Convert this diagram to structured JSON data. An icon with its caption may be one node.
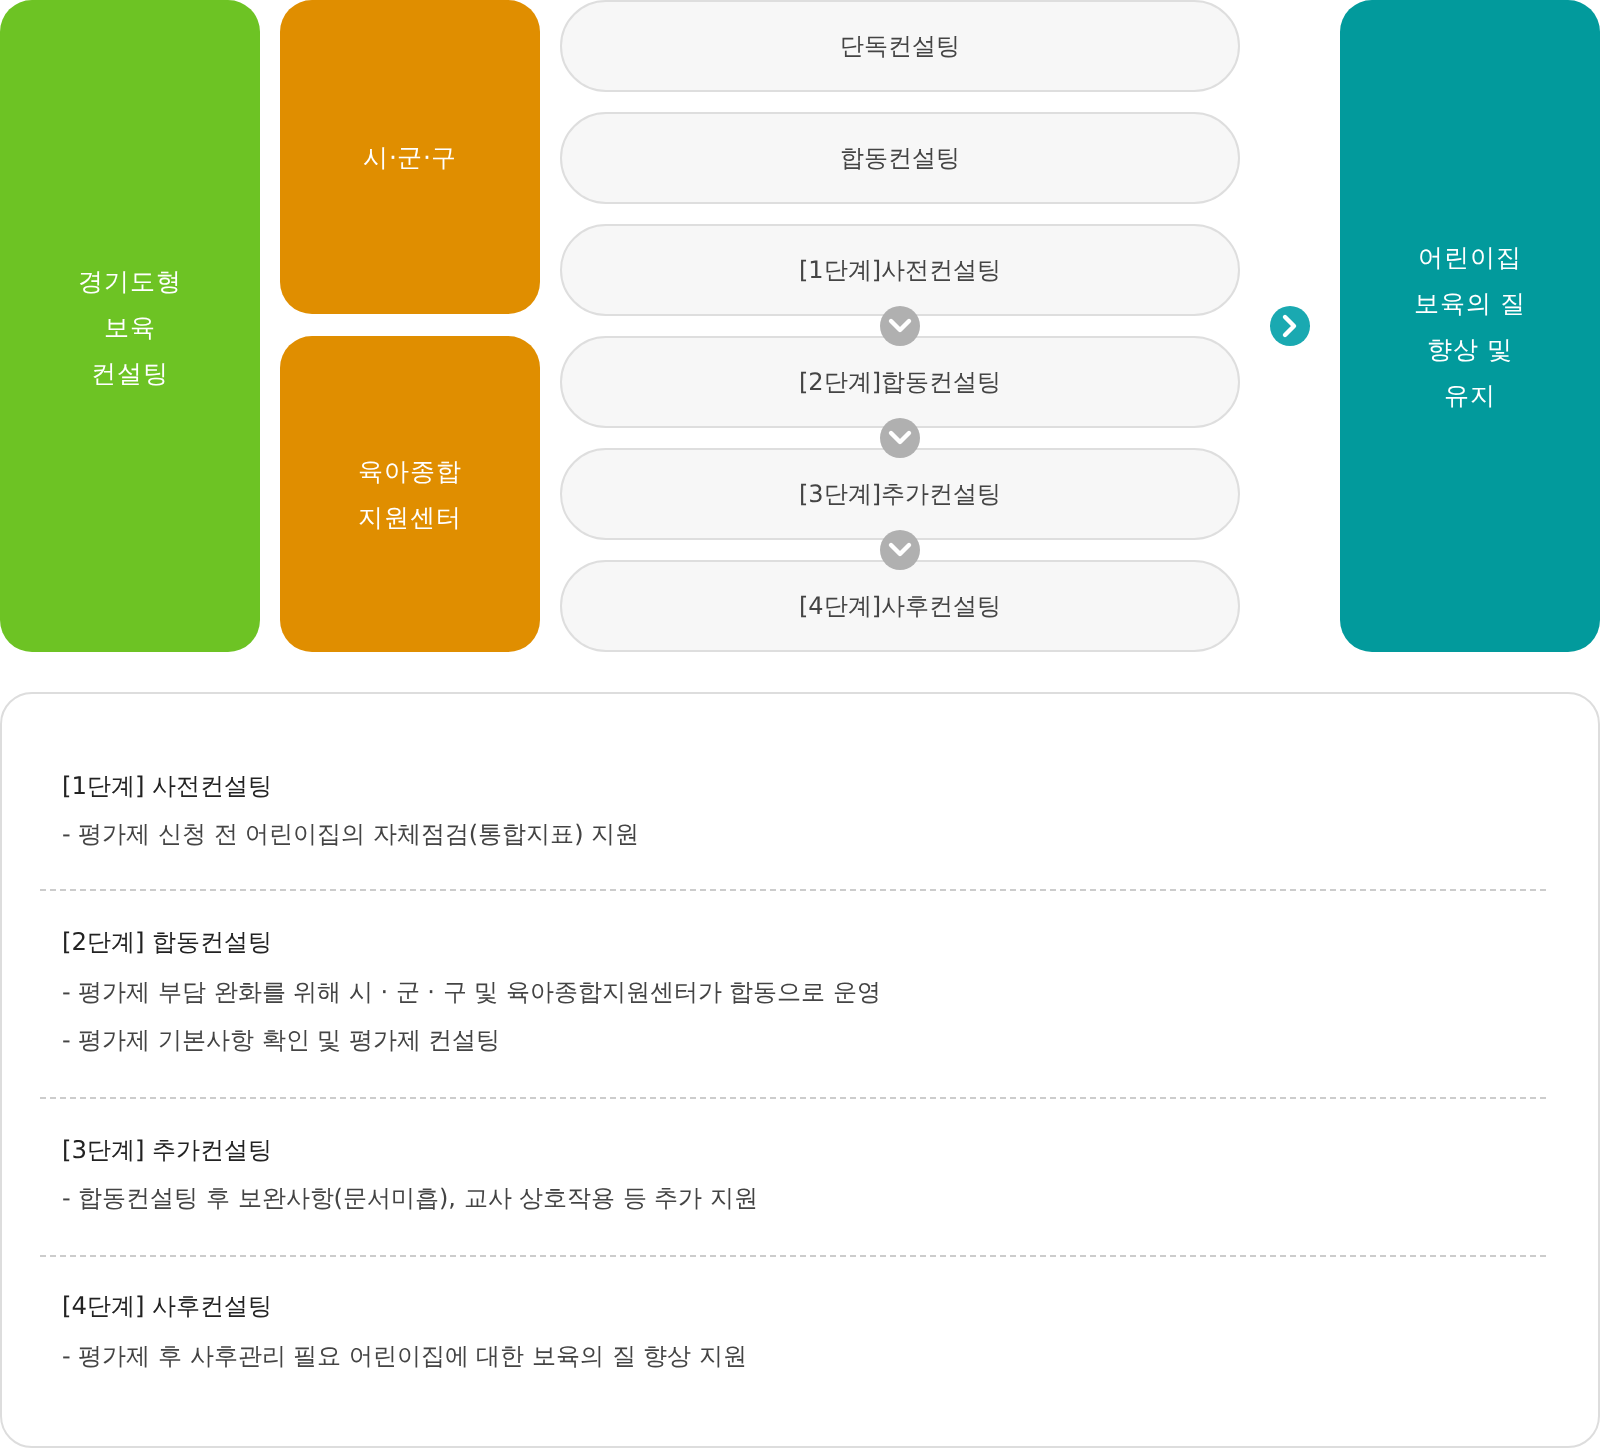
{
  "diagram": {
    "nodes": [
      {
        "text": [
          "경기도형 보육 컨설팅"
        ]
      },
      {
        "text": [
          "시·군·구"
        ]
      },
      {
        "text": [
          "육아종합 지원센터"
        ]
      },
      {
        "text": [
          "단독컨설팅"
        ]
      },
      {
        "text": [
          "합동컨설팅"
        ]
      },
      {
        "text": [
          "[1단계]사전컨설팅"
        ]
      },
      {
        "text": [
          "[2단계]합동컨설팅"
        ]
      },
      {
        "text": [
          "[3단계]추가컨설팅"
        ]
      },
      {
        "text": [
          "[4단계]사후컨설팅"
        ]
      },
      {
        "text": [
          "어린이집 보육의 질 향상 및 유지"
        ]
      },
      {
        "text": [
          "[1단계] 사전컨설팅",
          "- 평가제 신청 전 어린이집의 자체점검(통합지표) 지원",
          "[2단계] 합동컨설팅",
          "- 평가제 부담 완화를 위해 시 · 군 · 구 및 육아종합지원센터가 합동으로 운영",
          "- 평가제 기본사항 확인 및 평가제 컨설팅",
          "[3단계] 추가컨설팅",
          "- 합동컨설팅 후 보완사항(문서미흡), 교사 상호작용 등 추가 지원",
          "[4단계] 사후컨설팅",
          "- 평가제 후 사후관리 필요 어린이집에 대한 보육의 질 향상 지원"
        ]
      }
    ],
    "edges": [
      {
        "from": 5,
        "to": 6,
        "arrow": "to"
      },
      {
        "from": 6,
        "to": 7,
        "arrow": "to"
      },
      {
        "from": 7,
        "to": 8,
        "arrow": "to"
      },
      {
        "from": null,
        "to": 9,
        "arrow": "to",
        "color": "#1aa9b1"
      }
    ]
  }
}
